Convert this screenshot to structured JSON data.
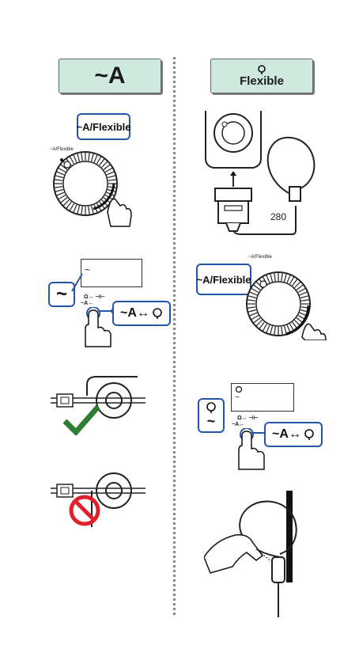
{
  "left": {
    "mode_box": {
      "symbol": "~A"
    },
    "step1": {
      "callout": "~A/Flexible",
      "dial_label": "~A/Flexible"
    },
    "step2": {
      "lcd_symbol": "~",
      "side_symbol": "~",
      "btn_top": "Ω↔ ⊣⊢",
      "btn_bottom": "~A↔",
      "callout": "~A↔"
    },
    "step3": {
      "status": "correct"
    },
    "step4": {
      "status": "incorrect"
    }
  },
  "right": {
    "mode_box": {
      "label": "Flexible"
    },
    "step1": {
      "model_number": "280"
    },
    "step2": {
      "callout": "~A/Flexible",
      "dial_label": "~A/Flexible"
    },
    "step3": {
      "lcd_symbol": "~",
      "side_symbol": "~",
      "btn_top": "Ω↔ ⊣⊢",
      "btn_bottom": "~A↔",
      "callout": "~A↔"
    }
  },
  "colors": {
    "accent_blue": "#2455a6",
    "mode_fill": "#cfe9df",
    "check_green": "#2e7d32",
    "prohibit_red": "#e0202a"
  },
  "icons": [
    "flexible-probe-icon",
    "rotary-dial-icon",
    "hand-icon",
    "check-icon",
    "prohibit-icon",
    "clamp-jaw-icon"
  ]
}
